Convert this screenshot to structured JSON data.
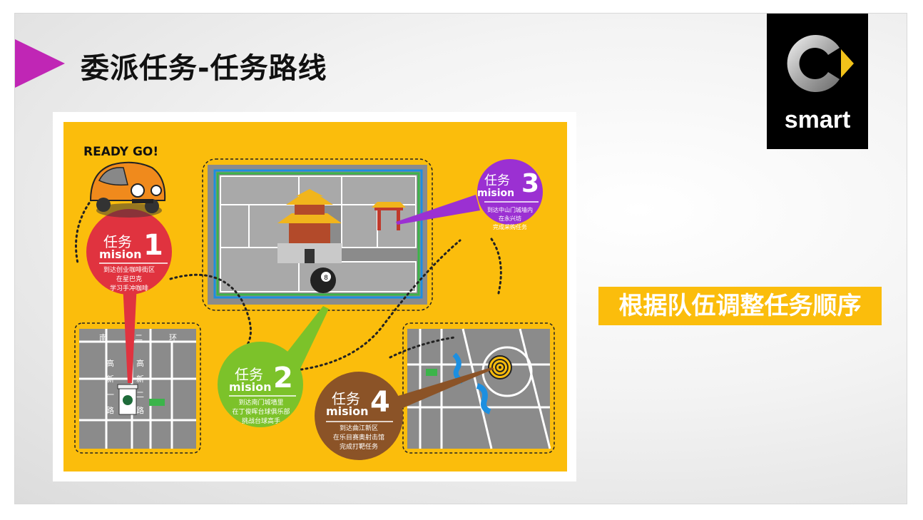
{
  "slide": {
    "title": "委派任务-任务路线",
    "callout": "根据队伍调整任务顺序",
    "accent_color": "#c026b5",
    "highlight_color": "#fbbd0c"
  },
  "logo": {
    "text": "smart"
  },
  "map": {
    "ready": "READY GO!",
    "missions": [
      {
        "word": "任务",
        "mision": "mision",
        "num": "1",
        "lines": [
          "到达创业咖啡街区",
          "在星巴克",
          "学习手冲咖啡"
        ],
        "color": "#e0333f"
      },
      {
        "word": "任务",
        "mision": "mision",
        "num": "2",
        "lines": [
          "到达南门城墙里",
          "在丁俊晖台球俱乐部",
          "挑战台球高手"
        ],
        "color": "#7cc22a"
      },
      {
        "word": "任务",
        "mision": "mision",
        "num": "3",
        "lines": [
          "到达中山门城墙内",
          "在永兴坊",
          "完成采购任务"
        ],
        "color": "#9b30d2"
      },
      {
        "word": "任务",
        "mision": "mision",
        "num": "4",
        "lines": [
          "到达曲江新区",
          "在乐目赛奥射击馆",
          "完成打靶任务"
        ],
        "color": "#8b5327"
      }
    ],
    "roads": {
      "south_ring": [
        "南",
        "二",
        "环"
      ],
      "gaoxin_left": [
        "高",
        "新",
        "一",
        "路"
      ],
      "gaoxin_right": [
        "高",
        "新",
        "二",
        "路"
      ]
    }
  }
}
